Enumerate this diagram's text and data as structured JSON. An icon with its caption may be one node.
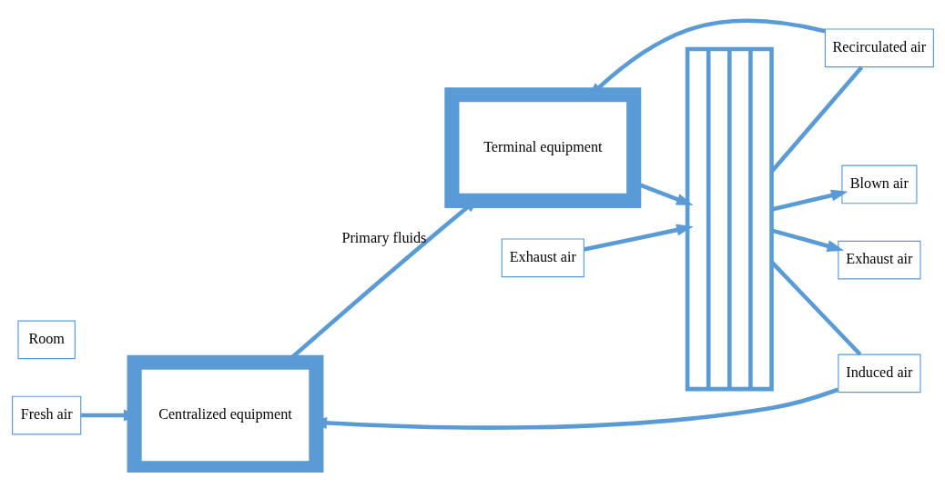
{
  "diagram": {
    "nodes": [
      {
        "text": [
          "Fresh air"
        ]
      },
      {
        "text": [
          "Centralized equipment"
        ]
      },
      {
        "text": [
          "Terminal equipment"
        ]
      },
      {
        "text": [],
        "shape": "bar"
      },
      {
        "text": [
          "Blown air"
        ]
      },
      {
        "text": [
          "Room"
        ]
      },
      {
        "text": [
          "Exhaust air"
        ]
      },
      {
        "text": [
          "Induced air"
        ]
      },
      {
        "text": [
          "Recirculated air"
        ]
      },
      {
        "text": [
          "Exhaust air"
        ]
      }
    ],
    "edges": [
      {
        "from": 0,
        "to": 1,
        "arrow": "to"
      },
      {
        "from": 1,
        "to": 2,
        "arrow": "to",
        "label": "Primary fluids"
      },
      {
        "from": 2,
        "to": 3,
        "arrow": "to"
      },
      {
        "from": 3,
        "to": 4,
        "arrow": "to"
      },
      {
        "from": 6,
        "to": 3,
        "arrow": "to"
      },
      {
        "from": 3,
        "to": 9,
        "arrow": "to"
      },
      {
        "from": 3,
        "to": 8,
        "arrow": "none"
      },
      {
        "from": 8,
        "to": 2,
        "arrow": "to"
      },
      {
        "from": 3,
        "to": 7,
        "arrow": "none"
      },
      {
        "from": 7,
        "to": 1,
        "arrow": "to"
      }
    ]
  }
}
